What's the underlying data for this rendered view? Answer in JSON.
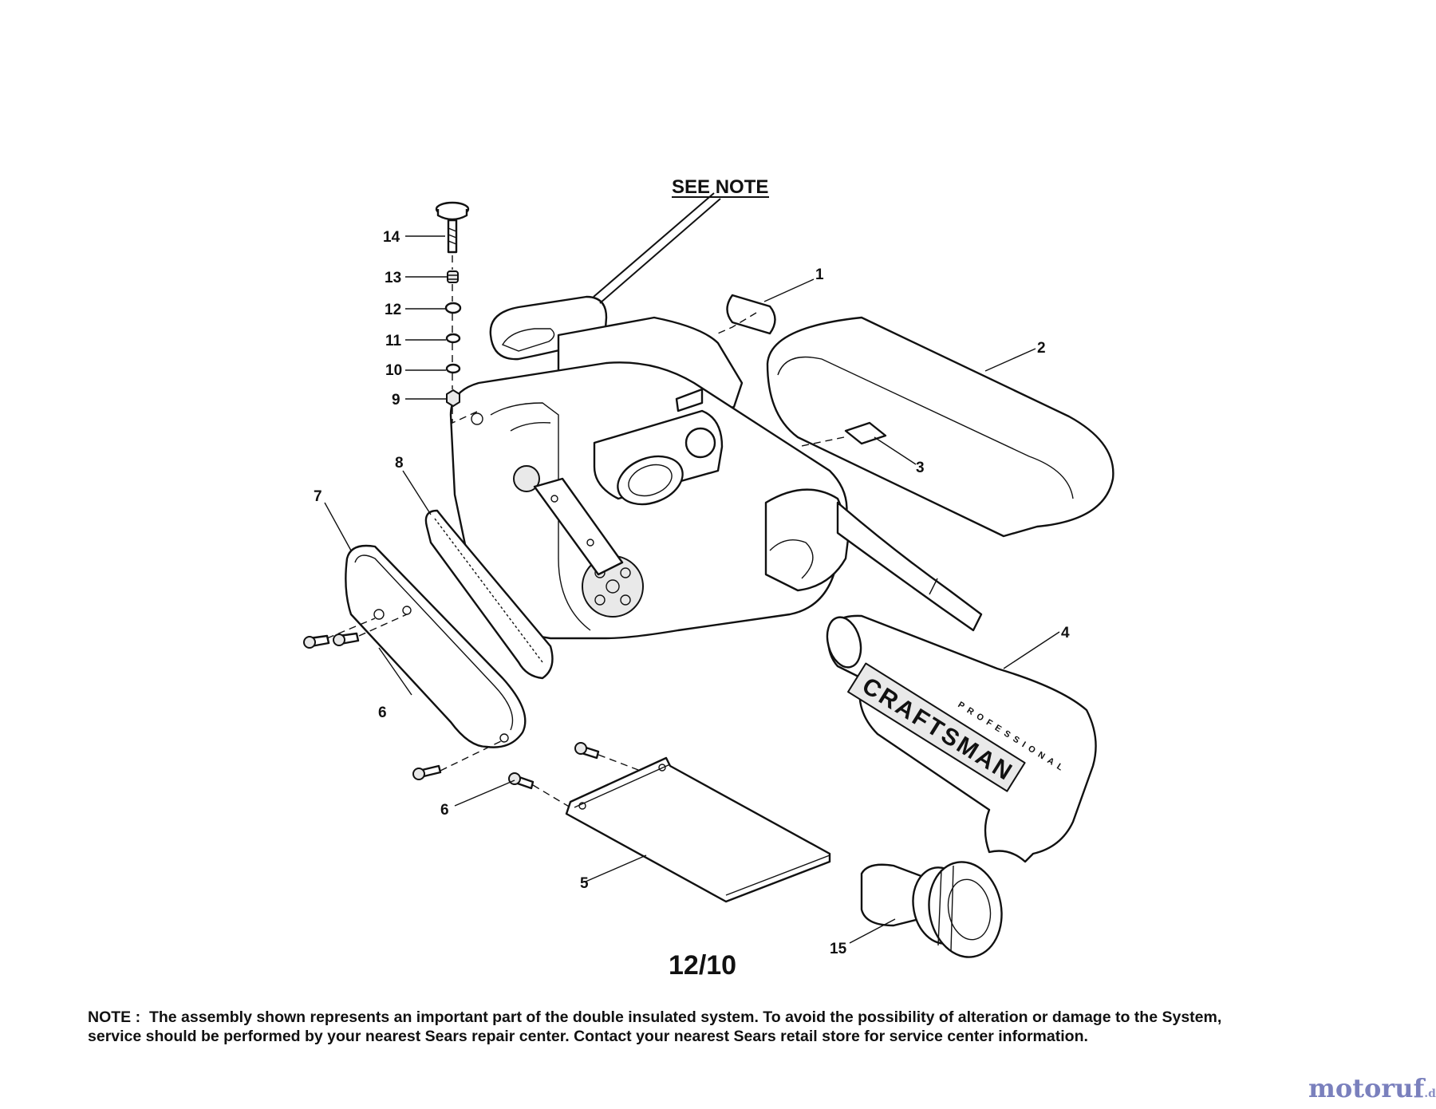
{
  "callouts": {
    "see_note": "SEE NOTE",
    "p1": "1",
    "p2": "2",
    "p3": "3",
    "p4": "4",
    "p5": "5",
    "p6a": "6",
    "p6b": "6",
    "p7": "7",
    "p8": "8",
    "p9": "9",
    "p10": "10",
    "p11": "11",
    "p12": "12",
    "p13": "13",
    "p14": "14",
    "p15": "15"
  },
  "figure_id": "12/10",
  "dust_bag_brand": "CRAFTSMAN",
  "dust_bag_sub": "PROFESSIONAL",
  "note": {
    "prefix": "NOTE :",
    "line1": "The assembly shown represents an important part of the double insulated system. To avoid the possibility of alteration or damage to the System,",
    "line2": "service should be performed by your nearest Sears repair center. Contact your nearest Sears retail store for service center information."
  },
  "watermark": {
    "name": "motoruf",
    "tld": ".de"
  }
}
